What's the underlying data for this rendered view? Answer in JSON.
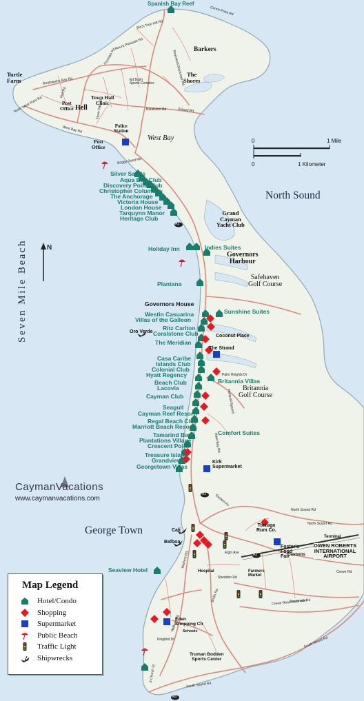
{
  "places": {
    "spanish_bay_reef": "Spanish Bay Reef",
    "barkers": "Barkers",
    "the_shores": "The\nShores",
    "turtle_farm": "Turtle\nFarm",
    "post_office_1": "Post\nOffice",
    "post_office_2": "Post\nOffice",
    "hell": "Hell",
    "town_hall_clinic": "Town Hall\nClinic",
    "police_station": "Police\nStation",
    "west_bay": "West Bay",
    "grand_cayman_yacht_club": "Grand\nCayman\nYacht Club",
    "governors_harbour": "Governors\nHarbour",
    "safehaven_golf_course": "Safehaven\nGolf Course",
    "governors_house": "Governors House",
    "coconut_place": "Coconut Place",
    "the_strand": "The Strand",
    "britannia_golf_course": "Britannia\nGolf Course",
    "kirk_supermarket": "Kirk\nSupermarket",
    "tortuga_rum_co": "Tortuga\nRum Co.",
    "fosters_food_fair": "Foster's\nFood\nFair",
    "customs": "Customs",
    "terminal": "Terminal",
    "airport": "OWEN ROBERTS\nINTERNATIONAL\nAIRPORT",
    "farmers_market": "Farmers\nMarket",
    "hospital": "Hospital",
    "eden_shopping_ctr": "Eden\nShopping Ctr",
    "schools": "Schools",
    "truman_bodden": "Truman Bodden\nSports Center",
    "cali": "Cali",
    "balboa": "Balboa",
    "oro_verde": "Oro Verde",
    "bd_bush": "Ed Bush\nSports Complex"
  },
  "areas": {
    "north_sound": "North Sound",
    "seven_mile_beach": "Seven Mile Beach",
    "george_town": "George Town",
    "north_arrow": "N"
  },
  "roads": {
    "a1_a": "A1",
    "a1_b": "A1",
    "a2": "A2",
    "a5": "A5",
    "batabano": "Batabano Rd",
    "north_sound_rd": "North Sound Rd",
    "north_sound_rd_2": "North Sound Rd",
    "south_sound_rd": "South Sound Rd",
    "south_sound_rd_2": "South Sound Rd",
    "eastern_av": "Eastern Av",
    "elgin_ave": "Elgin Ave",
    "crewe_rd": "Crewe Rd",
    "walkers_rd": "Walkers Rd",
    "church_st": "S Church St",
    "palm_heights": "Palm Heights Dr",
    "boggy_sand": "Boggy Sand Rd",
    "west_bay_rd": "West Bay Rd",
    "north_west_point": "North West Point Rd",
    "town_hall_rd": "Town Hall Rd",
    "hell_rd": "Hell Rd",
    "boatswains": "Boatswains Bay Rd",
    "mount_pleasant": "Mount Pleasant Rd",
    "fountain_rd": "Fountain Rd",
    "birch_tree": "Birch Tree Hill Rd",
    "conch_point": "Conch Point Rd",
    "school_rd": "School Rd",
    "reverend_blackman": "Reverend Blackman Rd",
    "shamrock": "Shamrock Rd",
    "smith_rd": "Smith Rd",
    "shedden": "Shedden Rd",
    "harquail": "Harquail Bypass",
    "kingbird": "Kingbird Dr",
    "west_bay_rd_2": "West Bay Rd",
    "crown_crewe": "Crewe Road Extension",
    "walkers_2": "Walkers Rd"
  },
  "hotels": [
    "Silver Sands",
    "Aqua Bay Club",
    "Discovery Point Club",
    "Christopher Columbus",
    "The Anchorage",
    "Victoria House",
    "London House",
    "Tarquynn Manor",
    "Heritage Club",
    "Holiday Inn",
    "Indies Suites",
    "Plantana",
    "Westin Casuarina",
    "Villas of the Galleon",
    "Ritz Carlton",
    "Coralstone Club",
    "Sunshine Suites",
    "The Meridian",
    "Casa Caribe",
    "Islands Club",
    "Colonial Club",
    "Hyatt Regency",
    "Beach Club",
    "Lacovia",
    "Cayman Club",
    "Britannia Villas",
    "Seagull",
    "Cayman Reef Resort",
    "Regal Beach Club",
    "Marriott Beach Resort",
    "Comfort Suites",
    "Tamarind Bay",
    "Plantations Village",
    "Crescent Point",
    "Treasure Island",
    "Grandview",
    "Georgetown Villas",
    "Seaview Hotel"
  ],
  "scale": {
    "zero_a": "0",
    "mile": "1 Mile",
    "zero_b": "0",
    "km": "1 Kilometer"
  },
  "brand": {
    "name": "CaymanVacations",
    "url": "www.caymanvacations.com"
  },
  "legend": {
    "title": "Map Legend",
    "items": [
      "Hotel/Condo",
      "Shopping",
      "Supermarket",
      "Public Beach",
      "Traffic Light",
      "Shipwrecks"
    ]
  },
  "colors": {
    "water": "#d7e8f4",
    "land": "#f0f3ea",
    "hotel": "#1a7d6a",
    "shopping": "#e31b23",
    "supermarket": "#1b3fc4",
    "road": "#d88a7d"
  }
}
